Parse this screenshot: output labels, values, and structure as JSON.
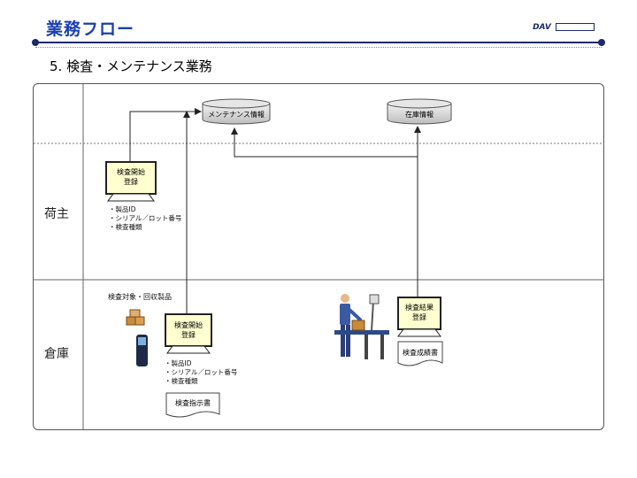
{
  "header": {
    "title": "業務フロー",
    "brand": "DAV"
  },
  "section_title": "5. 検査・メンテナンス業務",
  "lanes": {
    "shipper": "荷主",
    "warehouse": "倉庫"
  },
  "databases": {
    "maintenance": "メンテナンス情報",
    "inventory": "在庫情報"
  },
  "monitors": {
    "shipper_register": [
      "検査開始",
      "登録"
    ],
    "warehouse_register": [
      "検査開始",
      "登録"
    ],
    "result_register": [
      "検査結果",
      "登録"
    ]
  },
  "notes": {
    "shipper": [
      "・製品ID",
      "・シリアル／ロット番号",
      "・検査種類"
    ],
    "warehouse": [
      "・製品ID",
      "・シリアル／ロット番号",
      "・検査種類"
    ]
  },
  "labels": {
    "target_products": "検査対象・回収製品"
  },
  "documents": {
    "instruction": "検査指示書",
    "report": "検査成績書"
  }
}
